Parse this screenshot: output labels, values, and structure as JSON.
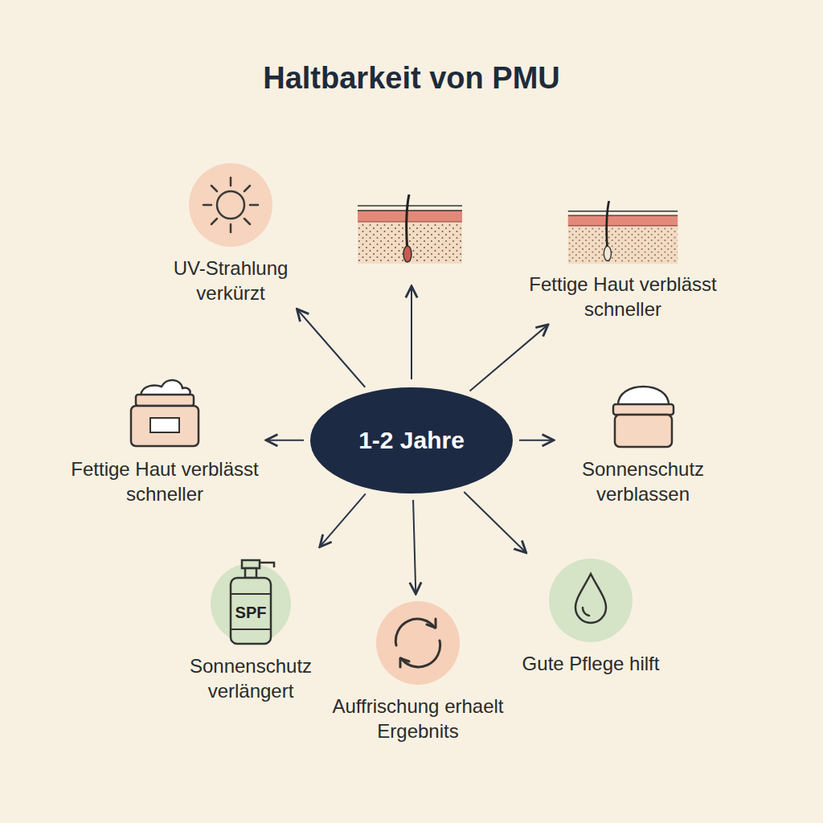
{
  "diagram": {
    "title": "Haltbarkeit von PMU",
    "nodes": [
      {
        "text": [
          "1-2 Jahre"
        ]
      },
      {
        "text": [
          "UV-Strahlung verkürzt"
        ]
      },
      {
        "text": [
          "Fettige Haut verblässt schneller"
        ]
      },
      {
        "text": [
          "Fettige Haut verblässt schneller"
        ]
      },
      {
        "text": [
          "Sonnenschutz verblassen"
        ]
      },
      {
        "text": [
          "Sonnenschutz verlängert"
        ]
      },
      {
        "text": [
          "Auffrischung erhaelt Ergebnits"
        ]
      },
      {
        "text": [
          "Gute Pflege hilft"
        ]
      }
    ],
    "edges": [
      {
        "from": 0,
        "to": 1,
        "arrow": "to"
      },
      {
        "from": 0,
        "to": 2,
        "arrow": "to"
      },
      {
        "from": 0,
        "to": 3,
        "arrow": "to"
      },
      {
        "from": 0,
        "to": 4,
        "arrow": "to"
      },
      {
        "from": 0,
        "to": 5,
        "arrow": "to"
      },
      {
        "from": 0,
        "to": 6,
        "arrow": "to"
      },
      {
        "from": 0,
        "to": 7,
        "arrow": "to"
      }
    ],
    "labels": [
      "SPF"
    ]
  }
}
